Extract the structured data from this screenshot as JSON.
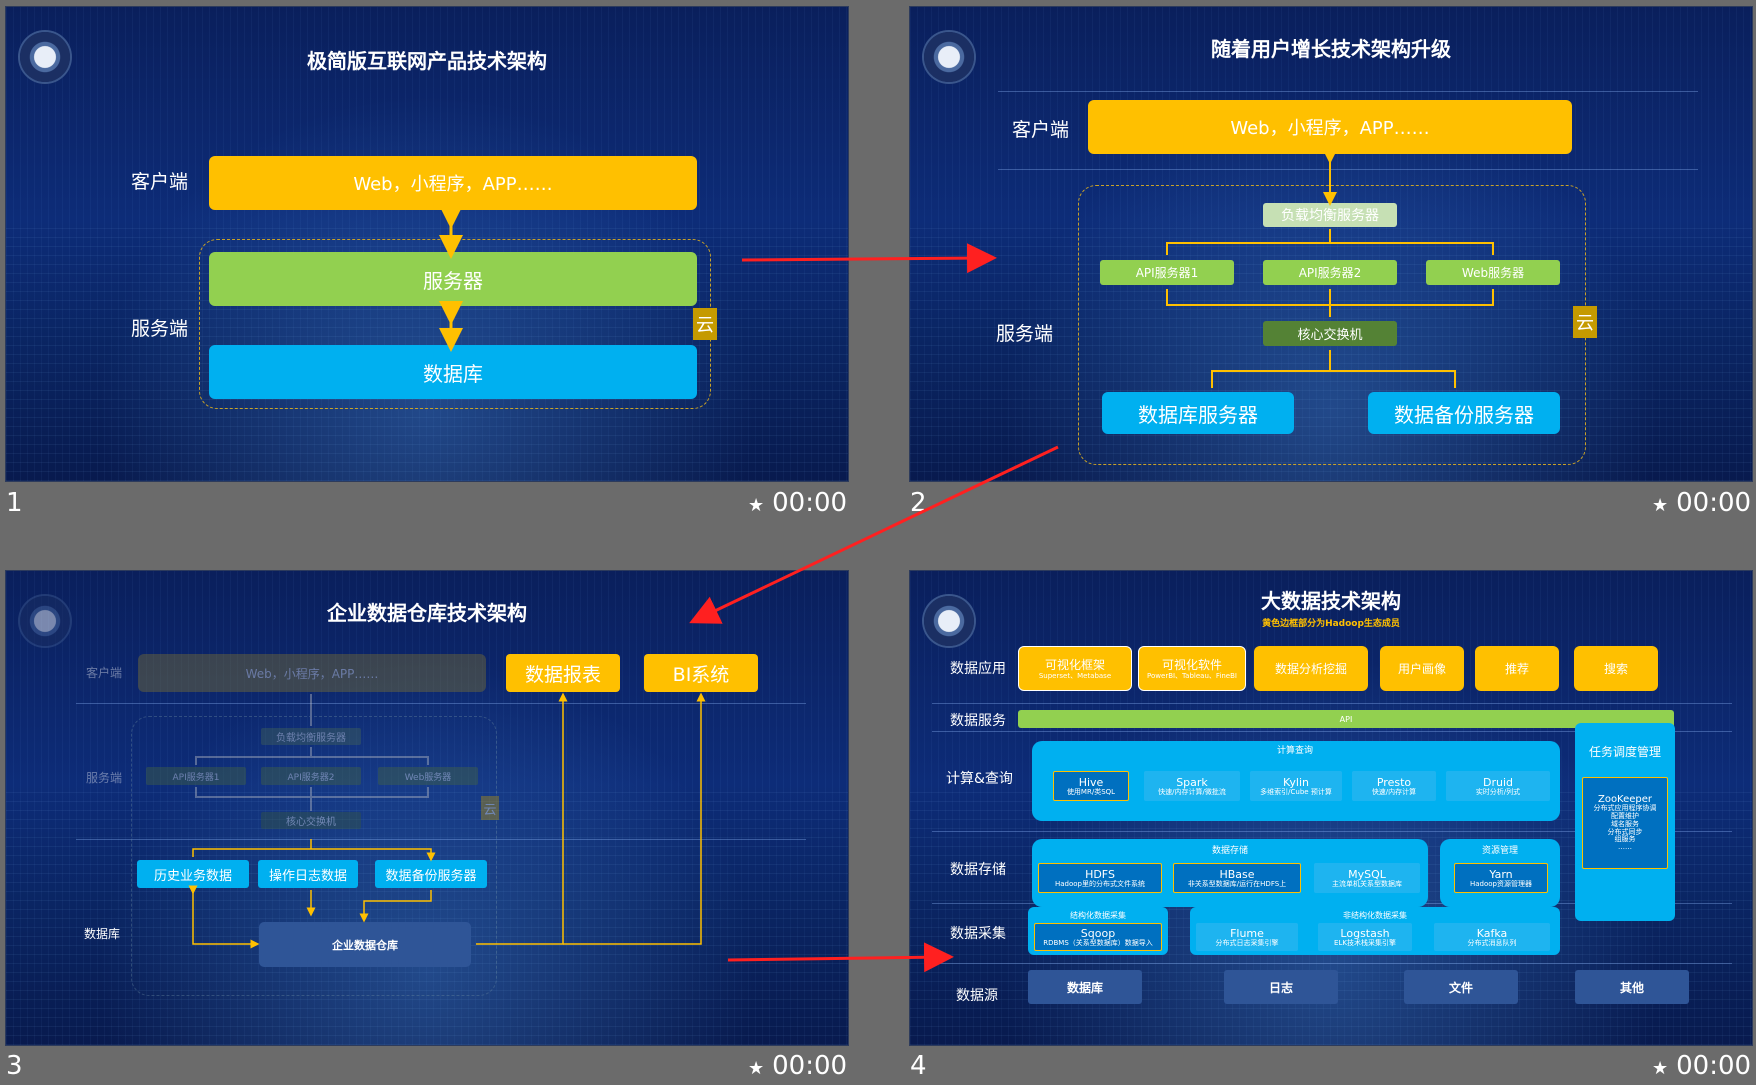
{
  "slides": [
    {
      "number": "1",
      "time": "00:00",
      "title": "极简版互联网产品技术架构",
      "client_label": "客户端",
      "client_box": "Web，小程序，APP……",
      "server_label": "服务端",
      "server_box": "服务器",
      "db_box": "数据库",
      "cloud": "云"
    },
    {
      "number": "2",
      "time": "00:00",
      "title": "随着用户增长技术架构升级",
      "client_label": "客户端",
      "client_box": "Web，小程序，APP……",
      "server_label": "服务端",
      "lb_box": "负载均衡服务器",
      "api1": "API服务器1",
      "api2": "API服务器2",
      "web": "Web服务器",
      "switch": "核心交换机",
      "db_server": "数据库服务器",
      "backup_server": "数据备份服务器",
      "cloud": "云"
    },
    {
      "number": "3",
      "time": "00:00",
      "title": "企业数据仓库技术架构",
      "client_label": "客户端",
      "client_box": "Web，小程序，APP……",
      "report": "数据报表",
      "bi": "BI系统",
      "server_label": "服务端",
      "lb_box": "负载均衡服务器",
      "api1": "API服务器1",
      "api2": "API服务器2",
      "web": "Web服务器",
      "switch": "核心交换机",
      "cloud": "云",
      "hist": "历史业务数据",
      "log": "操作日志数据",
      "backup": "数据备份服务器",
      "db_label": "数据库",
      "warehouse": "企业数据仓库"
    },
    {
      "number": "4",
      "time": "00:00",
      "title": "大数据技术架构",
      "subtitle": "黄色边框部分为Hadoop生态成员",
      "rows": {
        "app": "数据应用",
        "service": "数据服务",
        "compute": "计算&查询",
        "storage": "数据存储",
        "collect": "数据采集",
        "source": "数据源"
      },
      "apps": [
        {
          "name": "可视化框架",
          "sub": "Superset、Metabase"
        },
        {
          "name": "可视化软件",
          "sub": "PowerBI、Tableau、FineBI"
        },
        {
          "name": "数据分析挖掘",
          "sub": ""
        },
        {
          "name": "用户画像",
          "sub": ""
        },
        {
          "name": "推荐",
          "sub": ""
        },
        {
          "name": "搜索",
          "sub": ""
        }
      ],
      "api": "API",
      "compute_title": "计算查询",
      "compute_items": [
        {
          "name": "Hive",
          "sub": "使用MR/类SQL"
        },
        {
          "name": "Spark",
          "sub": "快速/内存计算/微批流"
        },
        {
          "name": "Kylin",
          "sub": "多维索引/Cube 预计算"
        },
        {
          "name": "Presto",
          "sub": "快速/内存计算"
        },
        {
          "name": "Druid",
          "sub": "实时分析/列式"
        }
      ],
      "storage_title": "数据存储",
      "storage_items": [
        {
          "name": "HDFS",
          "sub": "Hadoop里的分布式文件系统"
        },
        {
          "name": "HBase",
          "sub": "非关系型数据库/运行在HDFS上"
        },
        {
          "name": "MySQL",
          "sub": "主流单机关系型数据库"
        }
      ],
      "resource_title": "资源管理",
      "resource_item": {
        "name": "Yarn",
        "sub": "Hadoop资源管理器"
      },
      "scheduler_title": "任务调度管理",
      "zk": {
        "name": "ZooKeeper",
        "lines": [
          "分布式应用程序协调",
          "配置维护",
          "域名服务",
          "分布式同步",
          "组服务",
          "……"
        ]
      },
      "struct_title": "结构化数据采集",
      "struct_item": {
        "name": "Sqoop",
        "sub": "RDBMS（关系型数据库）数据导入"
      },
      "unstruct_title": "非结构化数据采集",
      "unstruct_items": [
        {
          "name": "Flume",
          "sub": "分布式日志采集引擎"
        },
        {
          "name": "Logstash",
          "sub": "ELK技术栈采集引擎"
        },
        {
          "name": "Kafka",
          "sub": "分布式消息队列"
        }
      ],
      "sources": [
        "数据库",
        "日志",
        "文件",
        "其他"
      ]
    }
  ],
  "colors": {
    "yellow": "#ffc000",
    "green": "#92d050",
    "cyan": "#00b0f0",
    "arrow": "#ff2020"
  }
}
